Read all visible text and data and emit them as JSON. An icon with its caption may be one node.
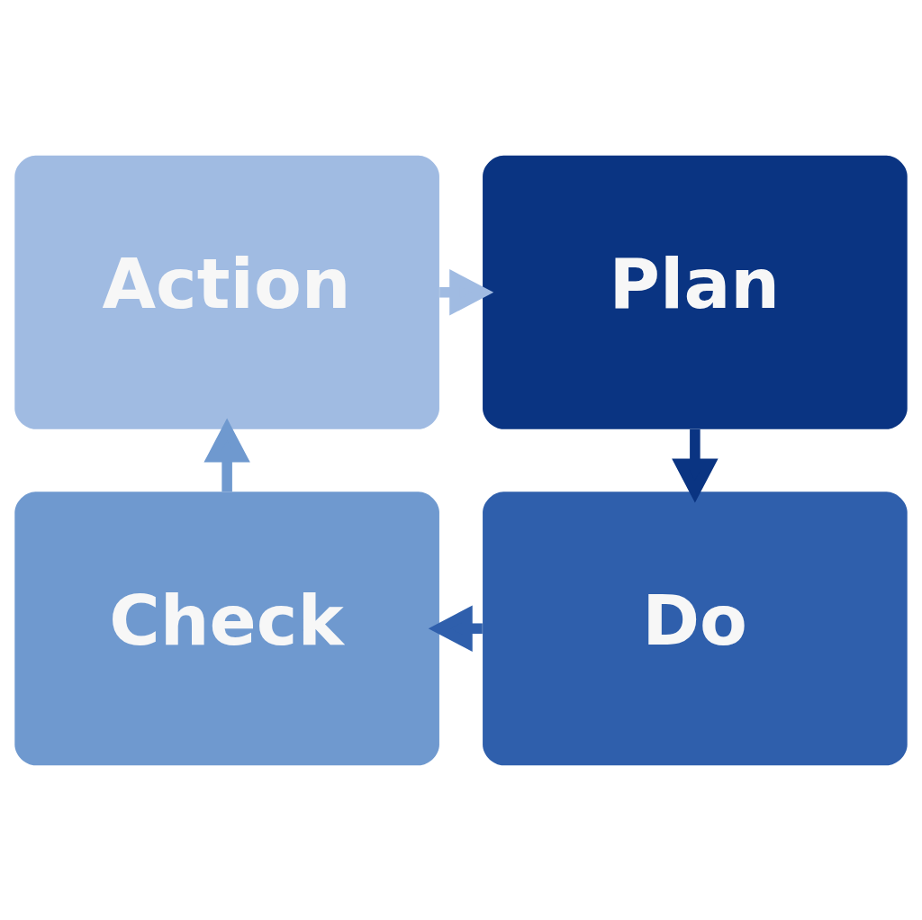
{
  "diagram": {
    "nodes": [
      {
        "text": [
          "Action"
        ]
      },
      {
        "text": [
          "Plan"
        ]
      },
      {
        "text": [
          "Check"
        ]
      },
      {
        "text": [
          "Do"
        ]
      }
    ],
    "edges": [
      {
        "from": 1,
        "to": 3,
        "arrow": "to",
        "color": "#0a3482"
      },
      {
        "from": 3,
        "to": 2,
        "arrow": "to",
        "color": "#2f5fac"
      },
      {
        "from": 2,
        "to": 0,
        "arrow": "to",
        "color": "#6f99cf"
      },
      {
        "from": 0,
        "to": 1,
        "arrow": "to",
        "color": "#a0bbe2"
      }
    ]
  }
}
